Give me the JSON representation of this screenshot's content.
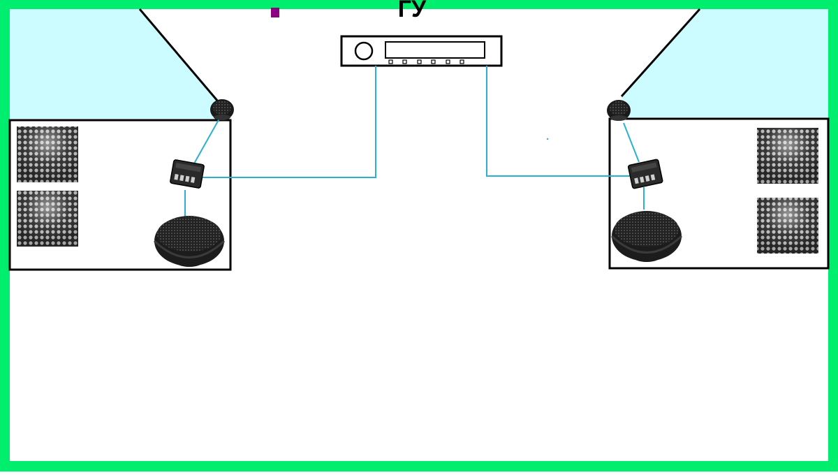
{
  "diagram": {
    "head_unit_label": "ГУ",
    "colors": {
      "frame": "#00ee6e",
      "window": "#ccfcff",
      "wire": "#2ab0d0",
      "outline": "#000000",
      "marker": "#8a007f"
    },
    "components": [
      "head-unit",
      "left-tweeter",
      "left-crossover",
      "left-midbass-speaker",
      "right-tweeter",
      "right-crossover",
      "right-midbass-speaker"
    ]
  }
}
